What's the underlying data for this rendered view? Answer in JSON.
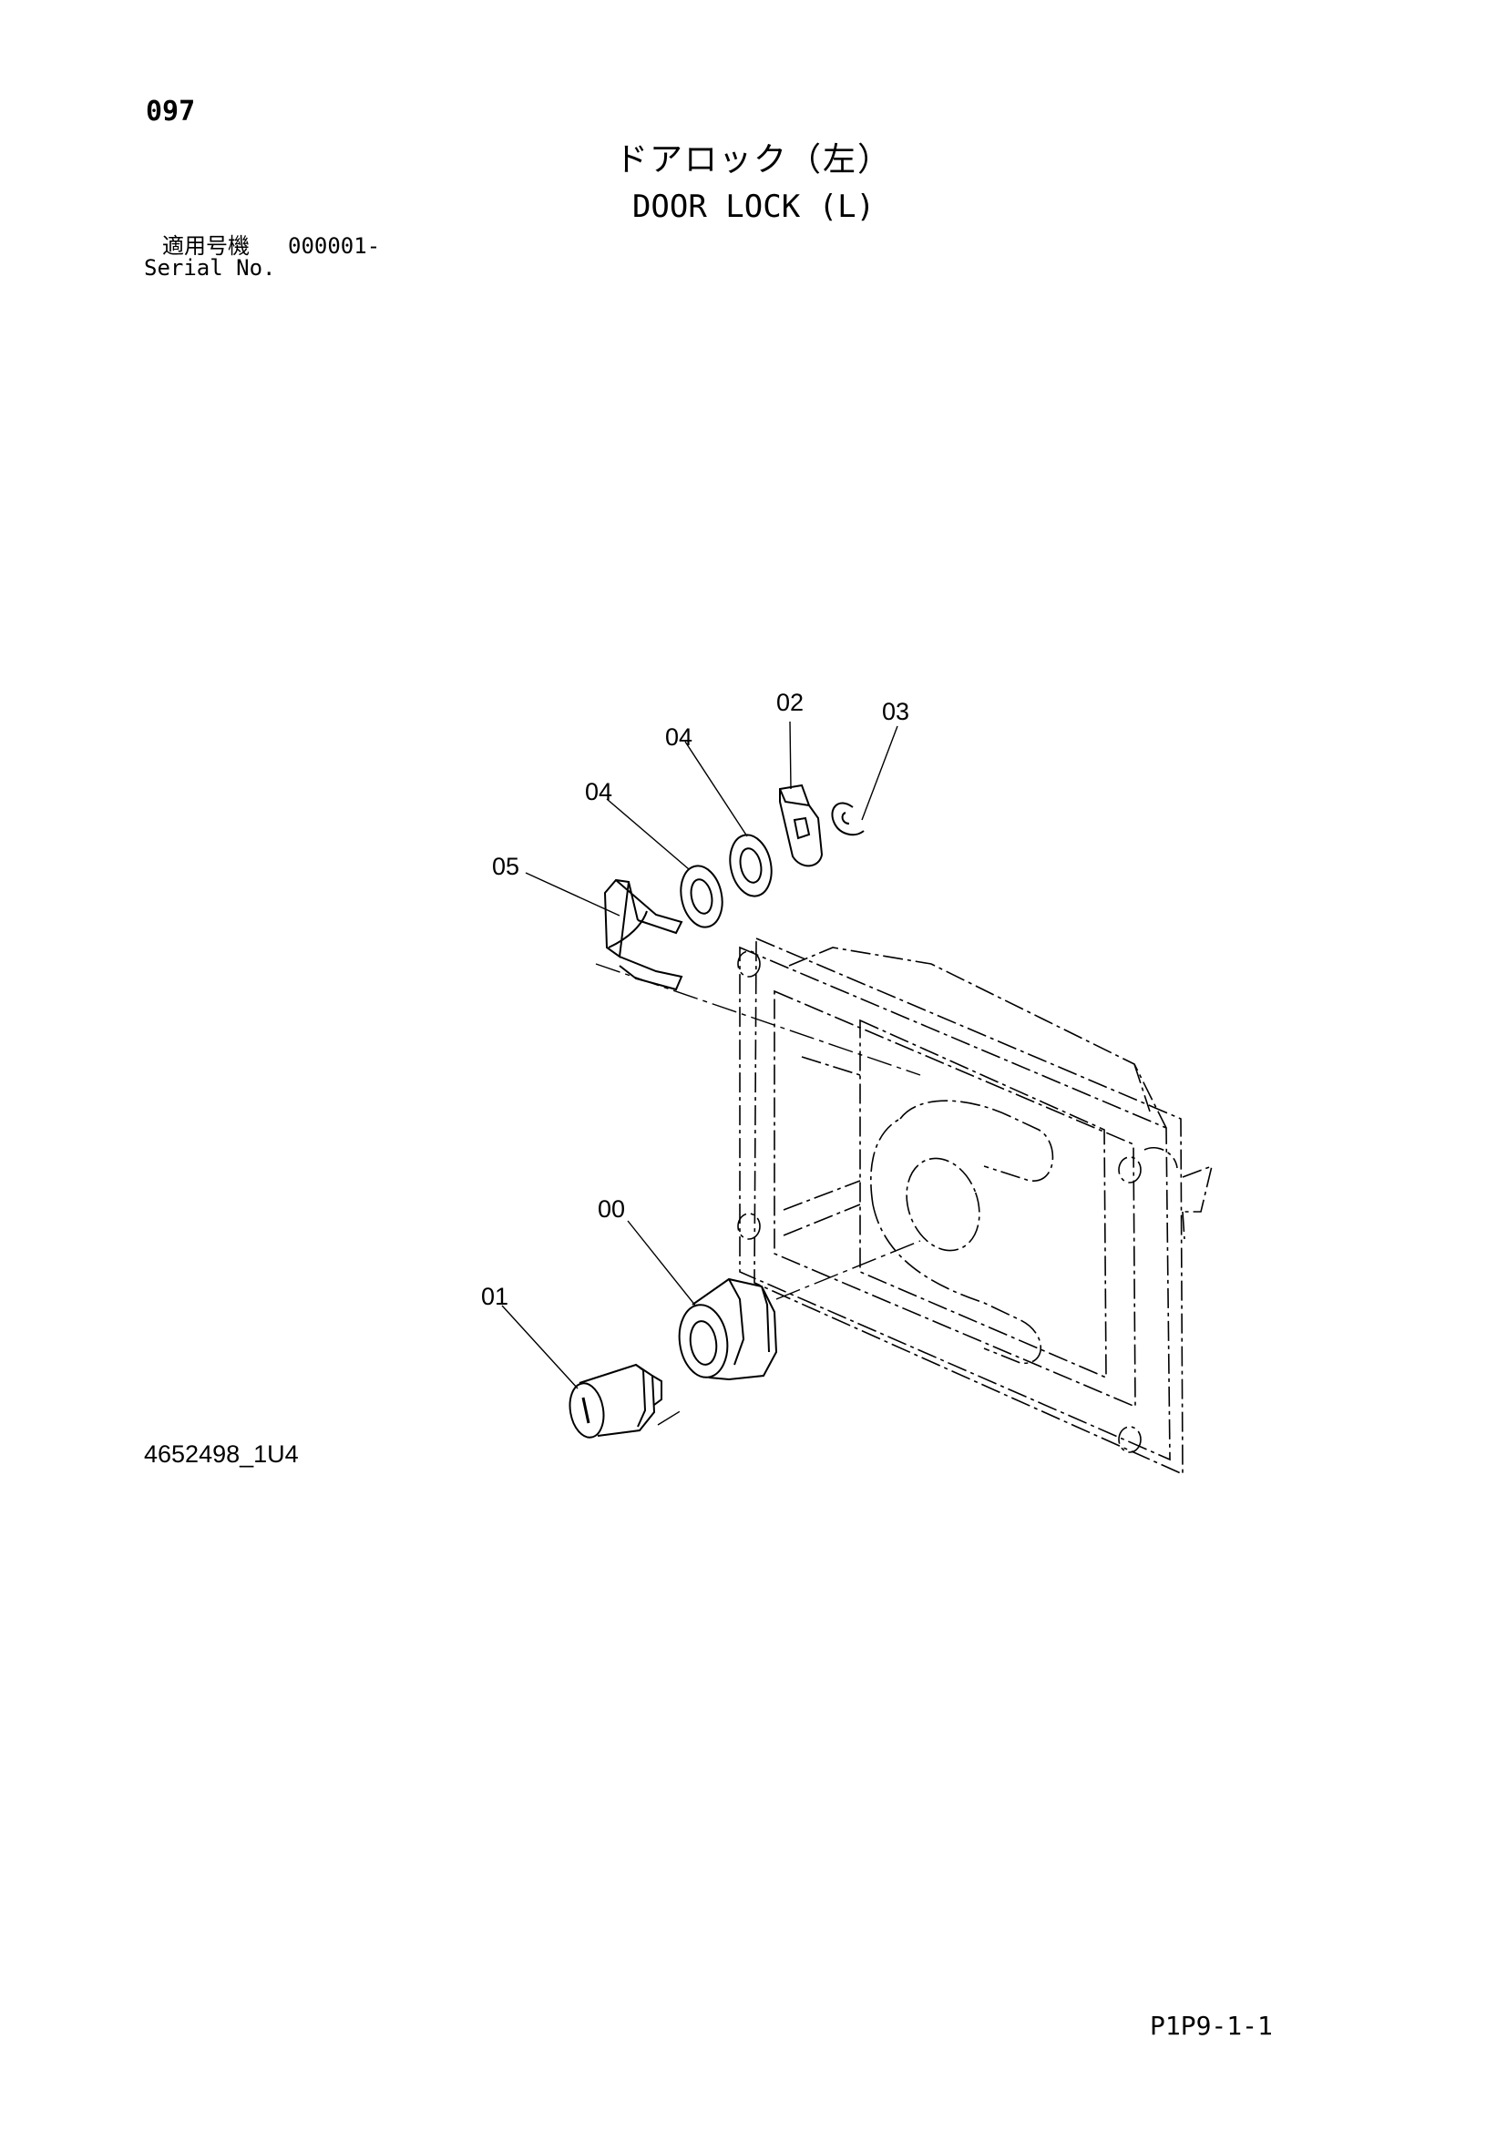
{
  "header": {
    "page_number": "097",
    "title_jp": "ドアロック（左）",
    "title_en": "DOOR LOCK (L)"
  },
  "serial": {
    "label_jp": "適用号機",
    "value": "000001-",
    "label_en": "Serial No."
  },
  "diagram": {
    "callouts": [
      "02",
      "03",
      "04",
      "04",
      "05",
      "00",
      "01"
    ]
  },
  "footer": {
    "drawing_number": "4652498_1U4",
    "page_code": "P1P9-1-1"
  }
}
